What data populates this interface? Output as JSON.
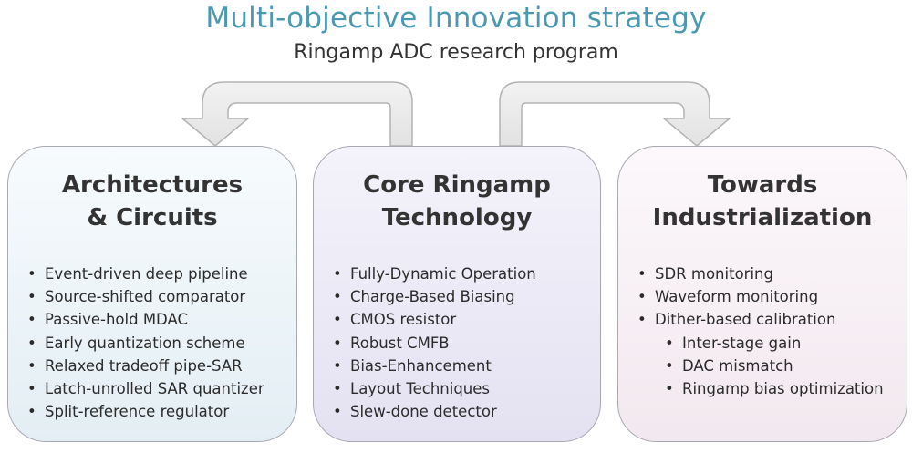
{
  "header": {
    "title": "Multi-objective Innovation strategy",
    "subtitle": "Ringamp ADC research program"
  },
  "colors": {
    "title": "#4a98b2",
    "text": "#333333",
    "panel_border": "#a9a9b2",
    "arrow_fill": "#ececec",
    "arrow_stroke": "#b3b3b3",
    "left_panel_top": "#f7fbfd",
    "left_panel_bottom": "#e3eef4",
    "center_panel_top": "#f4f2fa",
    "center_panel_bottom": "#e4e2f2",
    "right_panel_top": "#fcf8fb",
    "right_panel_bottom": "#f2e8ef"
  },
  "panels": {
    "left": {
      "title_line1": "Architectures",
      "title_line2": "& Circuits",
      "items": [
        "Event-driven deep pipeline",
        "Source-shifted comparator",
        "Passive-hold MDAC",
        "Early quantization scheme",
        "Relaxed tradeoff pipe-SAR",
        "Latch-unrolled SAR quantizer",
        "Split-reference regulator"
      ]
    },
    "center": {
      "title_line1": "Core Ringamp",
      "title_line2": "Technology",
      "items": [
        "Fully-Dynamic Operation",
        "Charge-Based Biasing",
        "CMOS resistor",
        "Robust CMFB",
        "Bias-Enhancement",
        "Layout Techniques",
        "Slew-done detector"
      ]
    },
    "right": {
      "title_line1": "Towards",
      "title_line2": "Industrialization",
      "items": [
        "SDR monitoring",
        "Waveform monitoring",
        "Dither-based calibration"
      ],
      "subitems": [
        "Inter-stage gain",
        "DAC mismatch",
        "Ringamp bias optimization"
      ]
    }
  }
}
